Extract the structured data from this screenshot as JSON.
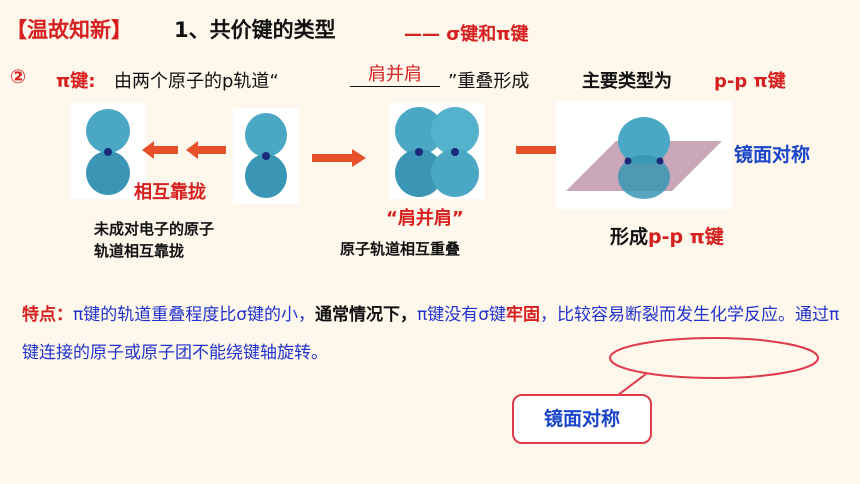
{
  "header": {
    "bracket_label": "【温故知新】",
    "title": "1、共价键的类型",
    "subtitle": "—— σ键和π键"
  },
  "definition": {
    "number": "②",
    "label": "π键:",
    "text_before": "由两个原子的p轨道“",
    "blank": "肩并肩",
    "text_after": "”重叠形成",
    "main_type_prefix": "主要类型为",
    "main_type_value": "p-p π键"
  },
  "diagram": {
    "step1_action": "相互靠拢",
    "step1_caption_line1": "未成对电子的原子",
    "step1_caption_line2": "轨道相互靠拢",
    "step2_title": "“肩并肩”",
    "step2_caption": "原子轨道相互重叠",
    "step3_symmetry": "镜面对称",
    "step3_caption_prefix": "形成",
    "step3_caption_value": "p-p π键"
  },
  "features": {
    "label": "特点：",
    "text1": "π键的轨道重叠程度比σ键的小，",
    "text2": "通常情况下，",
    "text3": "π键没有σ键",
    "text4": "牢固",
    "text5": "，比较容易断裂而发生化学反应。通过π键连接的原子或原子团不能绕键轴旋转。"
  },
  "callout": {
    "text": "镜面对称"
  },
  "colors": {
    "accent_red": "#d62020",
    "accent_blue": "#1a45c8",
    "orbital": "#4aa8c4",
    "plane": "#b88aa0"
  }
}
